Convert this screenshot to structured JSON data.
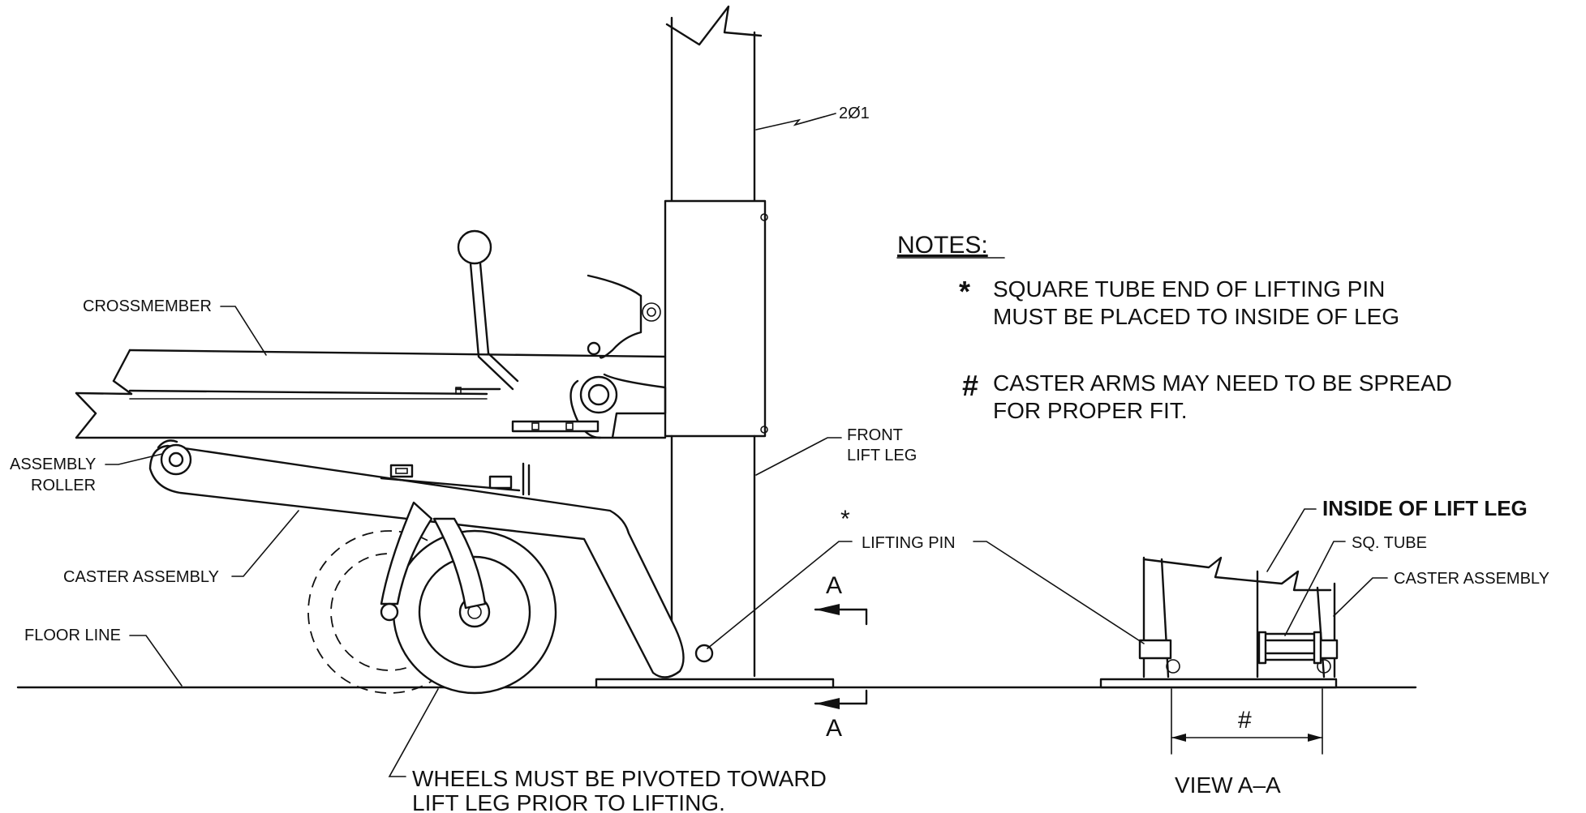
{
  "notes": {
    "heading": "NOTES:",
    "items": [
      {
        "symbol": "*",
        "line1": "SQUARE TUBE END OF LIFTING PIN",
        "line2": "MUST BE PLACED TO INSIDE OF LEG"
      },
      {
        "symbol": "#",
        "line1": "CASTER ARMS MAY NEED TO BE SPREAD",
        "line2": "FOR PROPER FIT."
      }
    ]
  },
  "labels": {
    "part_number": "2Ø1",
    "crossmember": "CROSSMEMBER",
    "assembly_roller_1": "ASSEMBLY",
    "assembly_roller_2": "ROLLER",
    "front_lift_leg_1": "FRONT",
    "front_lift_leg_2": "LIFT LEG",
    "caster_assembly": "CASTER ASSEMBLY",
    "lifting_pin": "LIFTING PIN",
    "lifting_pin_mark": "*",
    "floor_line": "FLOOR LINE",
    "section_top": "A",
    "section_bottom": "A",
    "inside_of_lift_leg": "INSIDE OF LIFT LEG",
    "sq_tube": "SQ. TUBE",
    "caster_assembly_view": "CASTER ASSEMBLY",
    "dimension_mark": "#",
    "view_title": "VIEW A–A",
    "warning_1": "WHEELS MUST BE PIVOTED TOWARD",
    "warning_2": "LIFT LEG PRIOR TO LIFTING."
  }
}
